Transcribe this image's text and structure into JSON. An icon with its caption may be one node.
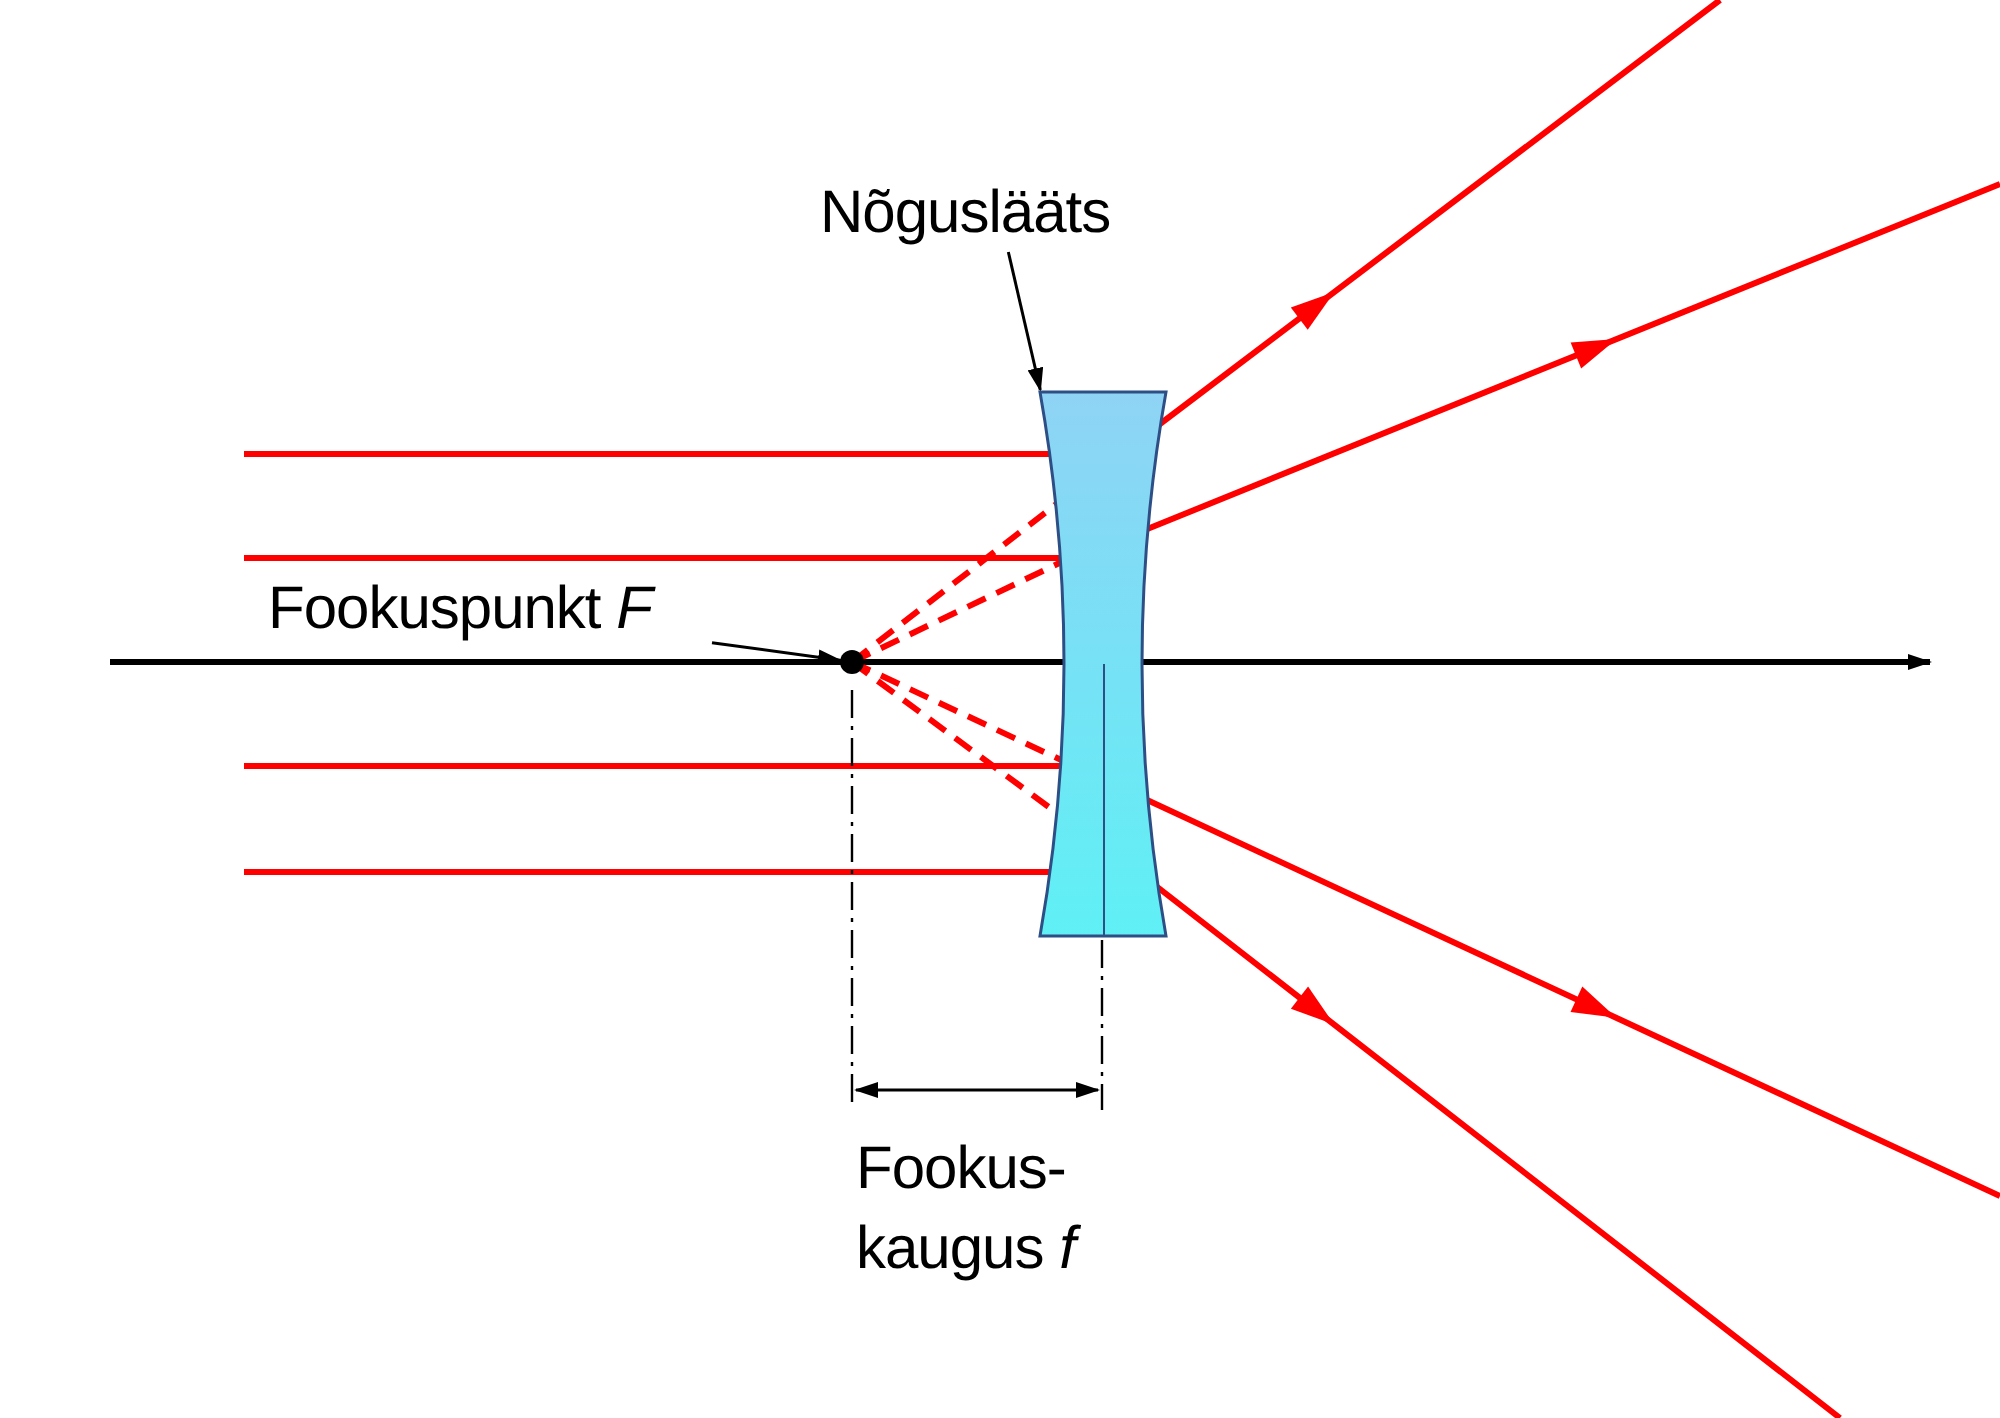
{
  "diagram": {
    "nodes": [
      {
        "text": [
          "Nõguslääts"
        ]
      },
      {
        "text": [],
        "shape": "lens"
      },
      {
        "text": [
          "Fookuspunkt *F*"
        ]
      },
      {
        "text": [],
        "shape": "dot"
      }
    ],
    "edges": [
      {
        "from": 0,
        "to": 1,
        "arrow": "to"
      },
      {
        "from": 2,
        "to": 3,
        "arrow": "to"
      }
    ],
    "labels": [
      "Fookus- kaugus *f*"
    ]
  }
}
